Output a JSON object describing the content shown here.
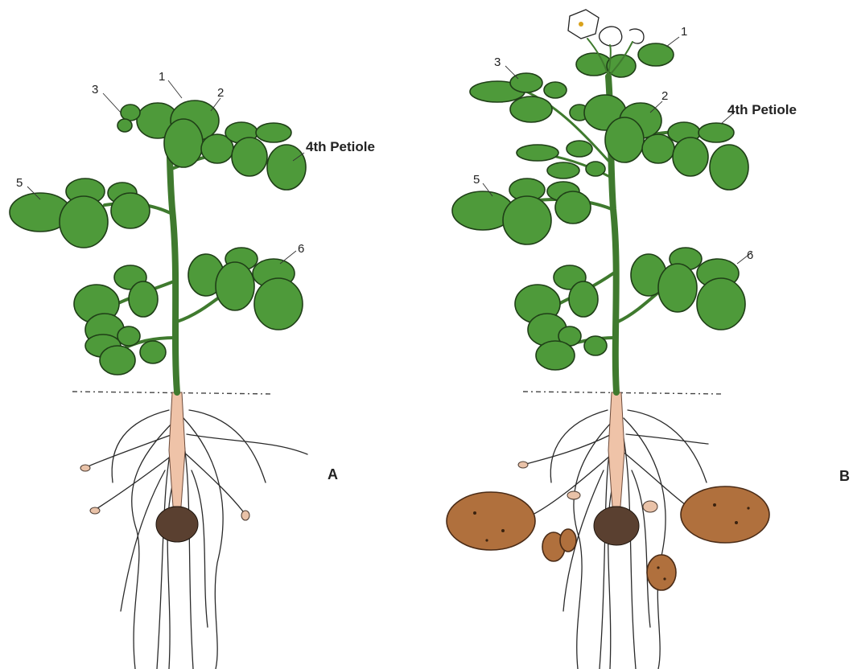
{
  "colors": {
    "leaf": "#4e9a3a",
    "leaf_outline": "#1f3f17",
    "stem": "#3f7a2e",
    "underground_stem": "#efc3a8",
    "tuber": "#b0703d",
    "seed_piece": "#5a4030",
    "flower": "#ffffff"
  },
  "plant_a": {
    "panel_label": "A",
    "leaf_labels": [
      "1",
      "2",
      "3",
      "5",
      "6"
    ],
    "petiole_label": "4th Petiole"
  },
  "plant_b": {
    "panel_label": "B",
    "leaf_labels": [
      "1",
      "2",
      "3",
      "5",
      "6"
    ],
    "petiole_label": "4th Petiole"
  }
}
